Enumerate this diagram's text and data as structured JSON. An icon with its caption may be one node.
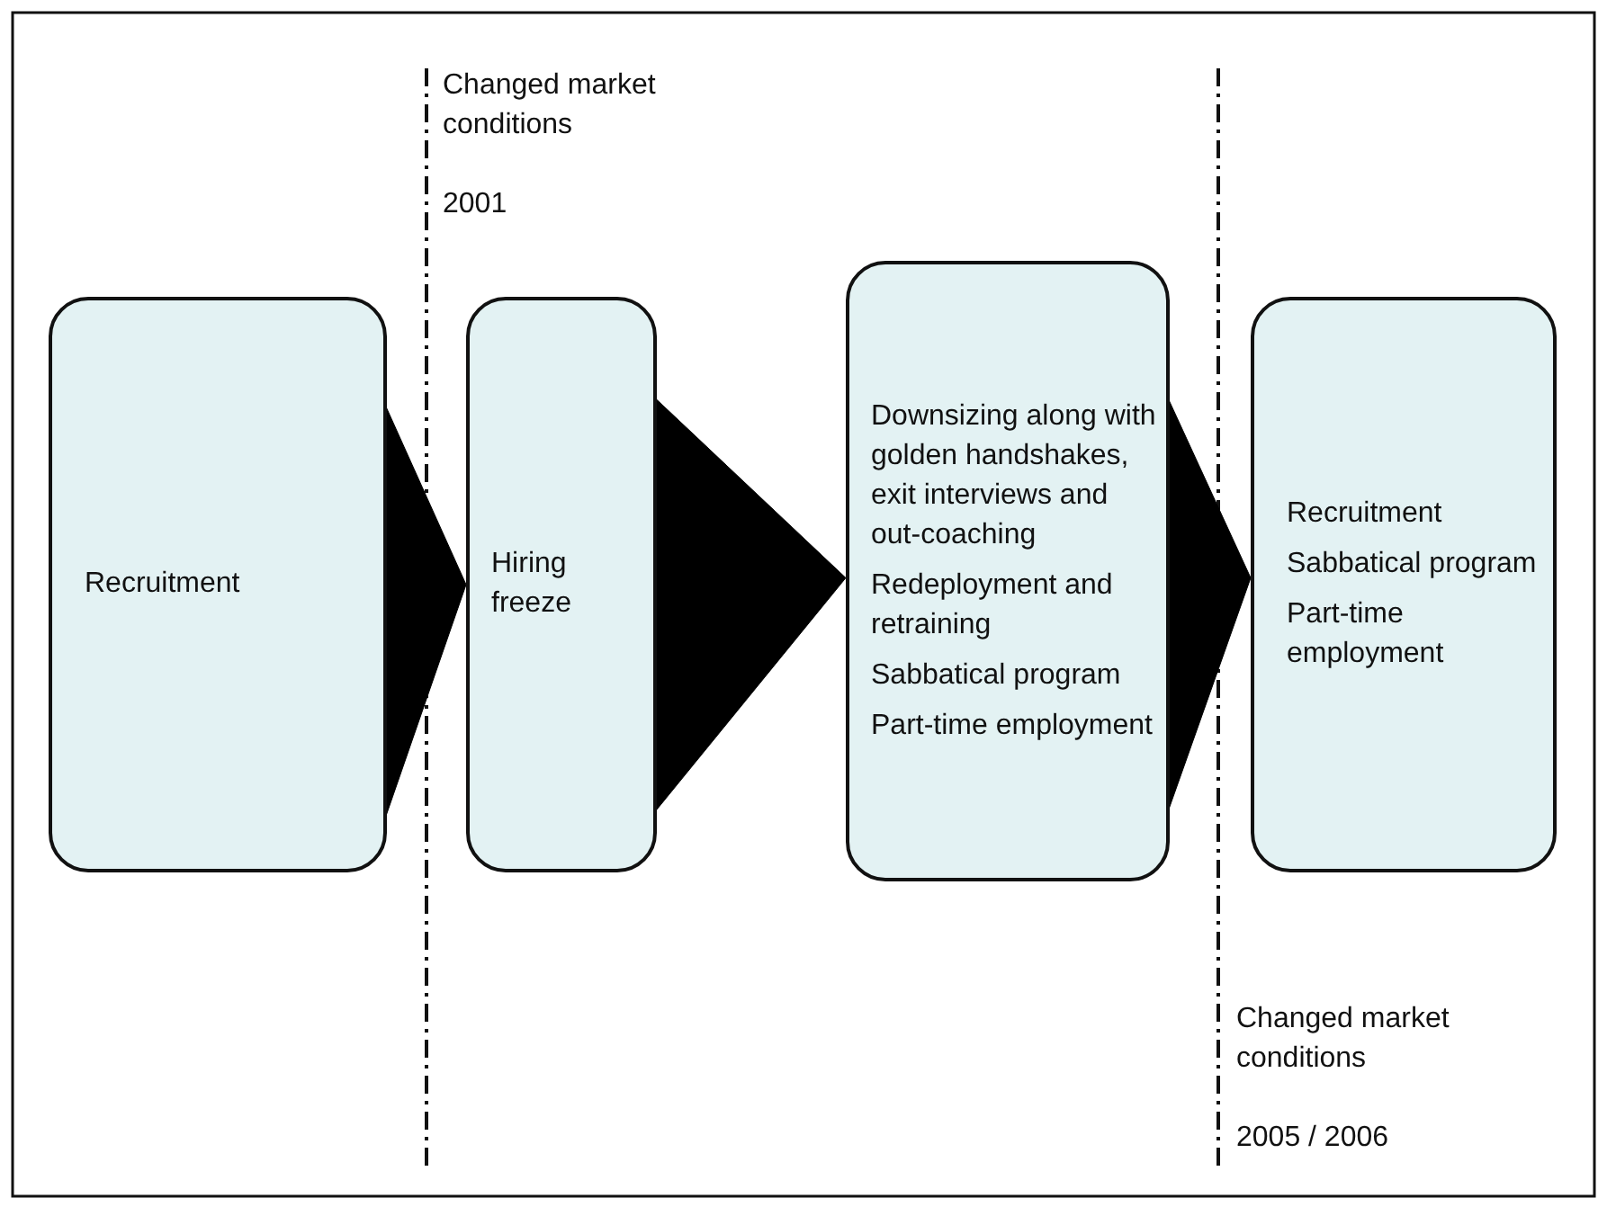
{
  "diagram": {
    "nodes": [
      {
        "text": [
          "Recruitment"
        ]
      },
      {
        "text": [
          "Hiring freeze"
        ]
      },
      {
        "text": [
          "Downsizing along with golden handshakes, exit interviews and out-coaching",
          "Redeployment and retraining",
          "Sabbatical program",
          "Part-time employment"
        ]
      },
      {
        "text": [
          "Recruitment",
          "Sabbatical program",
          "Part-time employment"
        ]
      }
    ],
    "edges": [
      {
        "from": 0,
        "to": 1,
        "arrow": "to"
      },
      {
        "from": 1,
        "to": 2,
        "arrow": "to"
      },
      {
        "from": 2,
        "to": 3,
        "arrow": "to"
      }
    ],
    "labels": [
      "Changed market conditions",
      "2001",
      "Changed market conditions",
      "2005 / 2006"
    ]
  }
}
